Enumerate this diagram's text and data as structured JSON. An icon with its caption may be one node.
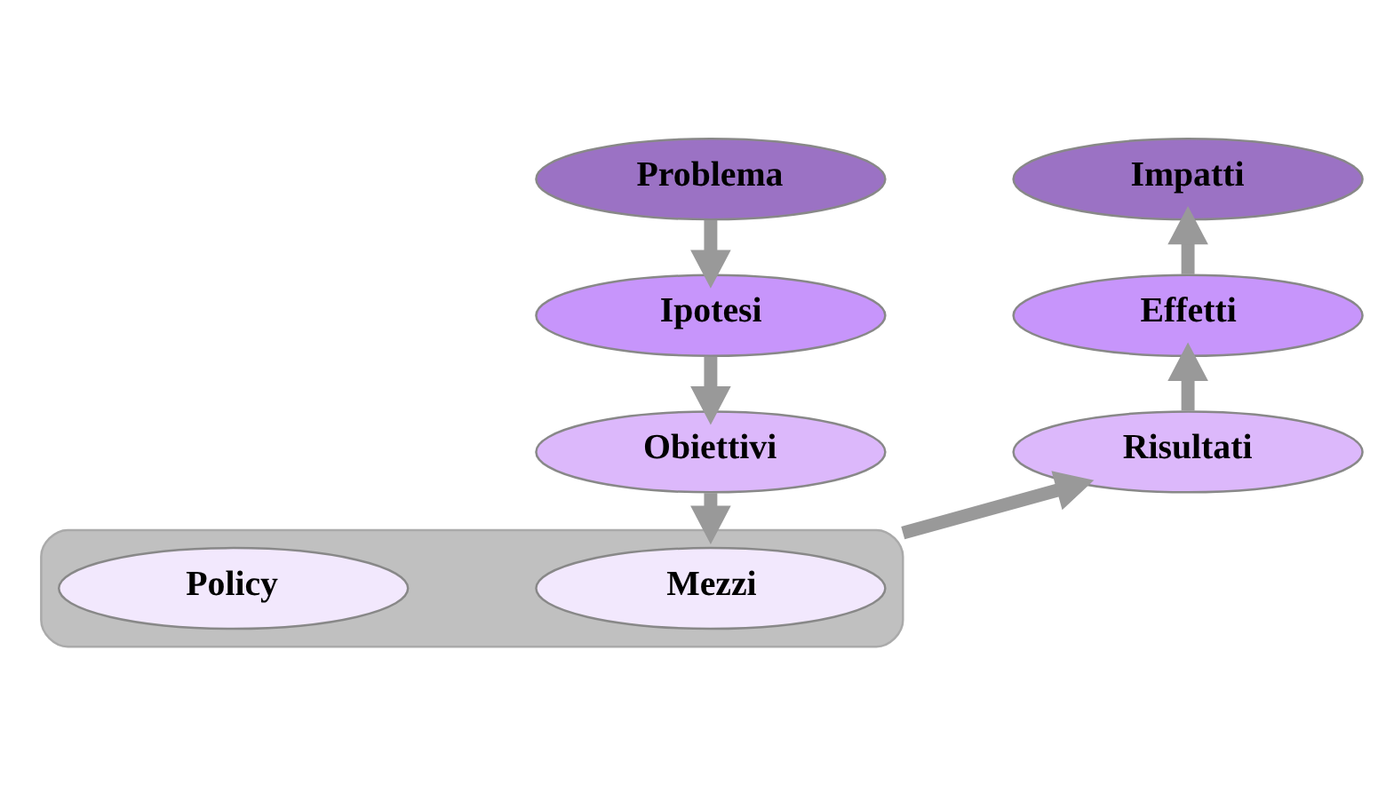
{
  "diagram": {
    "nodes": [
      {
        "text": [
          "Problema"
        ]
      },
      {
        "text": [
          "Ipotesi"
        ]
      },
      {
        "text": [
          "Obiettivi"
        ]
      },
      {
        "text": [],
        "shape": "ellipse"
      },
      {
        "text": [
          "Mezzi"
        ],
        "in": 3
      },
      {
        "text": [
          "Policy"
        ],
        "in": 3
      },
      {
        "text": [
          "Risultati"
        ]
      },
      {
        "text": [
          "Effetti"
        ]
      },
      {
        "text": [
          "Impatti"
        ]
      }
    ],
    "edges": [
      {
        "from": 0,
        "to": 1,
        "arrow": "to"
      },
      {
        "from": 1,
        "to": 2,
        "arrow": "to"
      },
      {
        "from": 2,
        "to": 3,
        "arrow": "to"
      },
      {
        "from": 3,
        "to": 6,
        "arrow": "to"
      },
      {
        "from": 6,
        "to": 7,
        "arrow": "to"
      },
      {
        "from": 7,
        "to": 8,
        "arrow": "to"
      }
    ]
  }
}
